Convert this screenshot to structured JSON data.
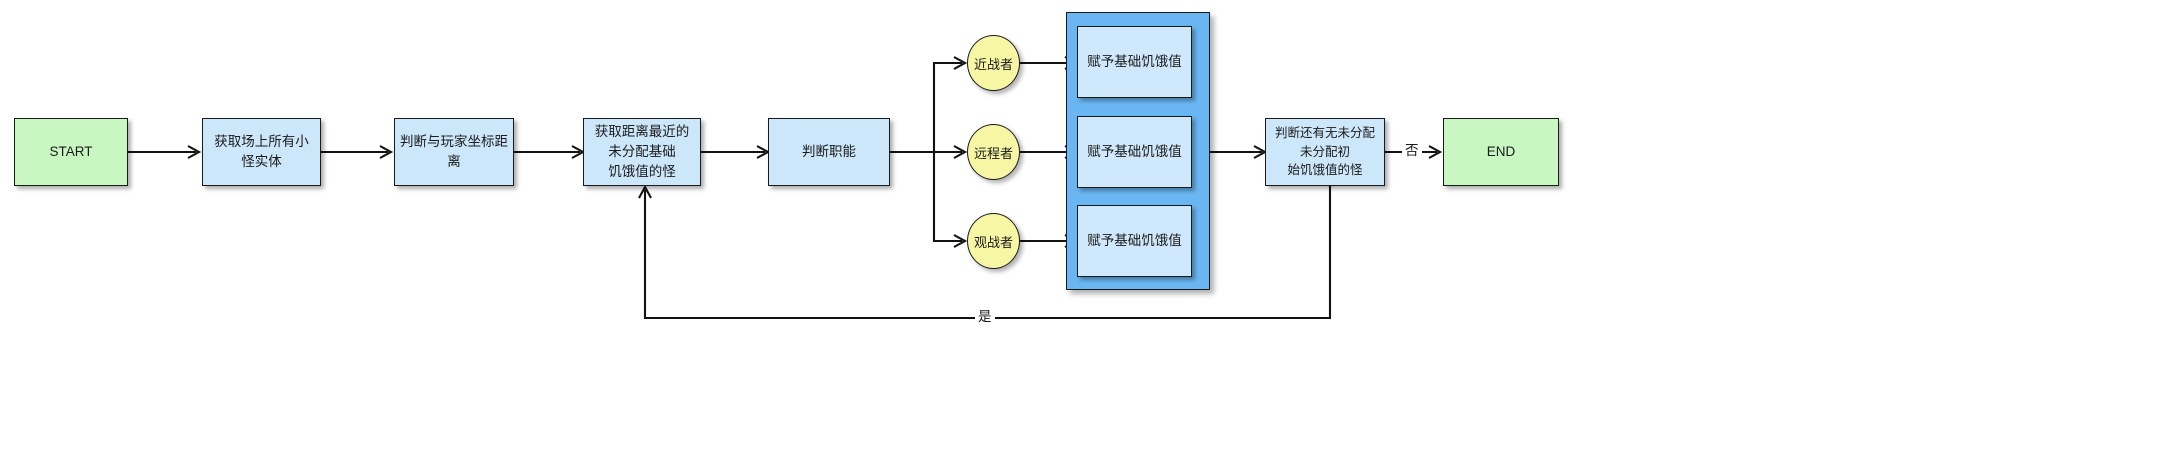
{
  "diagram": {
    "title": "monster hunger value assignment flowchart",
    "background": "#ffffff",
    "colors": {
      "start_end_fill": "#c9f7c2",
      "process_fill": "#cce6fa",
      "inner_process_fill": "#cfe8fb",
      "decision_ellipse_fill": "#f6f6a5",
      "group_container_fill": "#69b6f2",
      "stroke": "#1a1a1a",
      "edge": "#121212"
    }
  },
  "nodes": {
    "start": {
      "label": "START",
      "shape": "rect",
      "type": "terminator"
    },
    "get_entities": {
      "label": "获取场上所有小怪实体",
      "shape": "rect",
      "type": "process"
    },
    "judge_distance": {
      "label": "判断与玩家坐标距离",
      "shape": "rect",
      "type": "process"
    },
    "get_nearest": {
      "label": "获取距离最近的未分配基础\n饥饿值的怪",
      "shape": "rect",
      "type": "process"
    },
    "judge_role": {
      "label": "判断职能",
      "shape": "rect",
      "type": "process"
    },
    "role_melee": {
      "label": "近战者",
      "shape": "ellipse",
      "type": "branch"
    },
    "role_ranged": {
      "label": "远程者",
      "shape": "ellipse",
      "type": "branch"
    },
    "role_spectator": {
      "label": "观战者",
      "shape": "ellipse",
      "type": "branch"
    },
    "assign_melee": {
      "label": "赋予基础饥饿值",
      "shape": "rect",
      "type": "process"
    },
    "assign_ranged": {
      "label": "赋予基础饥饿值",
      "shape": "rect",
      "type": "process"
    },
    "assign_spectator": {
      "label": "赋予基础饥饿值",
      "shape": "rect",
      "type": "process"
    },
    "check_remaining": {
      "label": "判断还有无未分配未分配初\n始饥饿值的怪",
      "shape": "rect",
      "type": "decision"
    },
    "end": {
      "label": "END",
      "shape": "rect",
      "type": "terminator"
    }
  },
  "edge_labels": {
    "no": "否",
    "yes": "是"
  },
  "edges": [
    {
      "from": "start",
      "to": "get_entities",
      "label": ""
    },
    {
      "from": "get_entities",
      "to": "judge_distance",
      "label": ""
    },
    {
      "from": "judge_distance",
      "to": "get_nearest",
      "label": ""
    },
    {
      "from": "get_nearest",
      "to": "judge_role",
      "label": ""
    },
    {
      "from": "judge_role",
      "to": "role_melee",
      "label": ""
    },
    {
      "from": "judge_role",
      "to": "role_ranged",
      "label": ""
    },
    {
      "from": "judge_role",
      "to": "role_spectator",
      "label": ""
    },
    {
      "from": "role_melee",
      "to": "assign_melee",
      "label": ""
    },
    {
      "from": "role_ranged",
      "to": "assign_ranged",
      "label": ""
    },
    {
      "from": "role_spectator",
      "to": "assign_spectator",
      "label": ""
    },
    {
      "from": "assign_ranged",
      "to": "check_remaining",
      "label": ""
    },
    {
      "from": "check_remaining",
      "to": "end",
      "label": "否"
    },
    {
      "from": "check_remaining",
      "to": "get_nearest",
      "label": "是"
    }
  ]
}
